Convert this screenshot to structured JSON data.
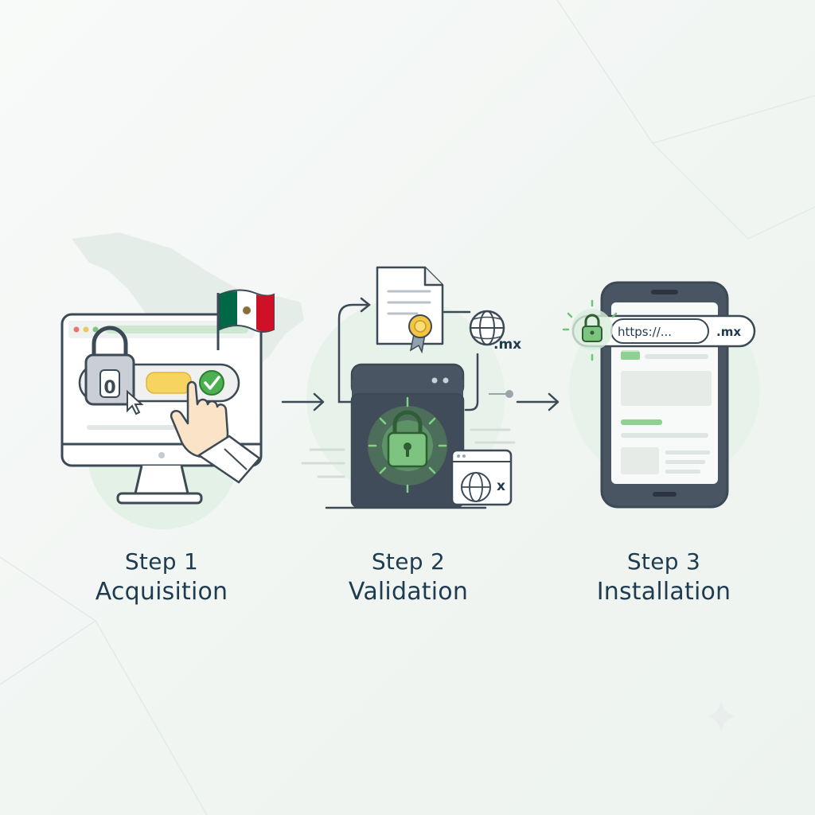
{
  "steps": [
    {
      "number": "Step 1",
      "name": "Acquisition"
    },
    {
      "number": "Step 2",
      "name": "Validation"
    },
    {
      "number": "Step 3",
      "name": "Installation"
    }
  ],
  "labels": {
    "key_char": "0",
    "globe_tld": ".mx",
    "error_mark": "x",
    "url_text": "https://...",
    "url_tld": ".mx"
  },
  "colors": {
    "outline": "#3c4a56",
    "navy_text": "#1f3b4f",
    "green": "#4caf50",
    "light_green": "#d8eedb",
    "yellow": "#f7d35f",
    "server": "#4a5563",
    "flag_green": "#006847",
    "flag_red": "#ce1126"
  },
  "icons": [
    "map-of-mexico-icon",
    "mexico-flag-icon",
    "padlock-icon",
    "pointing-hand-icon",
    "check-icon",
    "certificate-icon",
    "award-seal-icon",
    "globe-icon",
    "server-icon",
    "browser-window-icon",
    "smartphone-icon",
    "arrow-right-icon",
    "sparkle-icon"
  ]
}
